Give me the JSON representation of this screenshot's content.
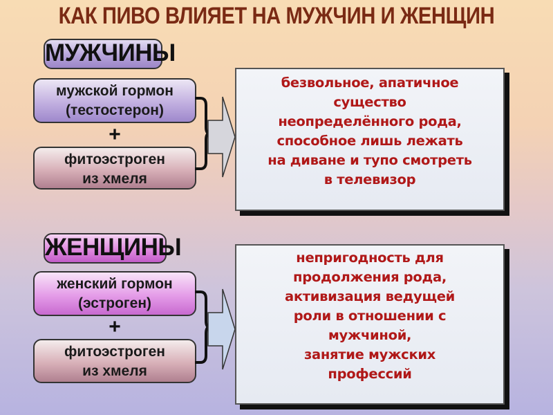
{
  "title": "КАК ПИВО ВЛИЯЕТ НА МУЖЧИН И ЖЕНЩИН",
  "sections": [
    {
      "heading": "МУЖЧИНЫ",
      "hormone": {
        "line1": "мужской гормон",
        "line2": "(тестостерон)"
      },
      "plus": "+",
      "phyto": {
        "line1": "фитоэстроген",
        "line2": "из хмеля"
      },
      "result_lines": [
        "безвольное, апатичное",
        "существо",
        "неопределённого рода,",
        "способное лишь лежать",
        "на диване и тупо смотреть",
        "в телевизор"
      ]
    },
    {
      "heading": "ЖЕНЩИНЫ",
      "hormone": {
        "line1": "женский гормон",
        "line2": "(эстроген)"
      },
      "plus": "+",
      "phyto": {
        "line1": "фитоэстроген",
        "line2": "из хмеля"
      },
      "result_lines": [
        "непригодность для",
        "продолжения рода,",
        "активизация ведущей",
        "роли в отношении с",
        "мужчиной,",
        "занятие мужских",
        "профессий"
      ]
    }
  ],
  "colors": {
    "title": "#7a2a14",
    "result_text": "#b01818",
    "men_heading": "#b6a4da",
    "women_heading": "#e08ae0"
  }
}
